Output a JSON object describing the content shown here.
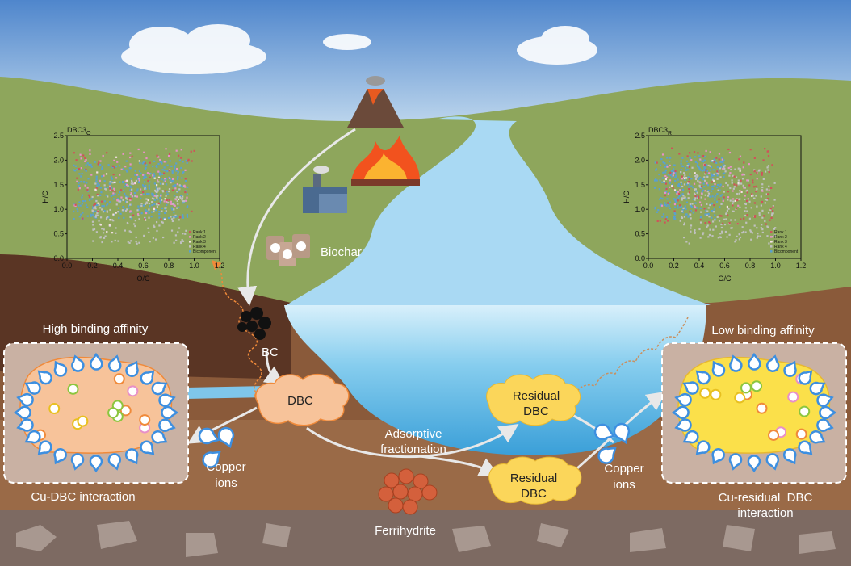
{
  "labels": {
    "biochar": "Biochar",
    "bc": "BC",
    "dbc": "DBC",
    "residual_dbc_top": [
      "Residual",
      "DBC"
    ],
    "residual_dbc_bottom": [
      "Residual",
      "DBC"
    ],
    "adsorptive": [
      "Adsorptive",
      "fractionation"
    ],
    "copper_left": [
      "Copper",
      "ions"
    ],
    "copper_right": [
      "Copper",
      "ions"
    ],
    "ferrihydrite": "Ferrihydrite",
    "high_affinity": "High binding affinity",
    "low_affinity": "Low binding affinity",
    "cu_dbc": "Cu-DBC interaction",
    "cu_residual": [
      "Cu-residual  DBC",
      "interaction"
    ]
  },
  "colors": {
    "sky": "#5b8fd0",
    "grass": "#8ea65c",
    "soil": "#8a5a3a",
    "water": "#5fb3e0",
    "dbc_fill": "#f7c39a",
    "residual_fill": "#fbd65a",
    "copper": "#3d8fe0",
    "ferrihydrite": "#d4603c"
  },
  "chart_data": [
    {
      "type": "scatter",
      "title_main": "DBC3",
      "title_sub": "O",
      "xlabel": "O/C",
      "ylabel": "H/C",
      "xlim": [
        0.0,
        1.2
      ],
      "ylim": [
        0.0,
        2.5
      ],
      "xticks": [
        "0.0",
        "0.2",
        "0.4",
        "0.6",
        "0.8",
        "1.0",
        "1.2"
      ],
      "yticks": [
        "0.0",
        "0.5",
        "1.0",
        "1.5",
        "2.0",
        "2.5"
      ],
      "legend_position": "bottom-right",
      "series": [
        {
          "name": "Rank 1",
          "color": "#d0525a",
          "x_range": [
            0.05,
            1.0
          ],
          "y_range": [
            0.8,
            2.2
          ],
          "count": 60
        },
        {
          "name": "Rank 2",
          "color": "#e890c8",
          "x_range": [
            0.05,
            0.95
          ],
          "y_range": [
            0.9,
            2.25
          ],
          "count": 90
        },
        {
          "name": "Rank 3",
          "color": "#f4e0e4",
          "x_range": [
            0.2,
            0.9
          ],
          "y_range": [
            0.5,
            2.1
          ],
          "count": 25
        },
        {
          "name": "Rank 4",
          "color": "#c0c0c0",
          "x_range": [
            0.2,
            0.95
          ],
          "y_range": [
            0.3,
            1.6
          ],
          "count": 200
        },
        {
          "name": "Bicomponent",
          "color": "#5aa0d0",
          "x_range": [
            0.05,
            0.95
          ],
          "y_range": [
            0.8,
            2.0
          ],
          "count": 320
        }
      ]
    },
    {
      "type": "scatter",
      "title_main": "DBC3",
      "title_sub": "R",
      "xlabel": "O/C",
      "ylabel": "H/C",
      "xlim": [
        0.0,
        1.2
      ],
      "ylim": [
        0.0,
        2.5
      ],
      "xticks": [
        "0.0",
        "0.2",
        "0.4",
        "0.6",
        "0.8",
        "1.0",
        "1.2"
      ],
      "yticks": [
        "0.0",
        "0.5",
        "1.0",
        "1.5",
        "2.0",
        "2.5"
      ],
      "legend_position": "bottom-right",
      "series": [
        {
          "name": "Rank 1",
          "color": "#d0525a",
          "x_range": [
            0.05,
            1.0
          ],
          "y_range": [
            0.7,
            2.25
          ],
          "count": 110
        },
        {
          "name": "Rank 2",
          "color": "#e890c8",
          "x_range": [
            0.1,
            0.95
          ],
          "y_range": [
            1.0,
            2.2
          ],
          "count": 60
        },
        {
          "name": "Rank 3",
          "color": "#f4e0e4",
          "x_range": [
            0.1,
            1.0
          ],
          "y_range": [
            1.0,
            2.0
          ],
          "count": 15
        },
        {
          "name": "Rank 4",
          "color": "#c0c0c0",
          "x_range": [
            0.25,
            1.0
          ],
          "y_range": [
            0.3,
            1.9
          ],
          "count": 260
        },
        {
          "name": "Bicomponent",
          "color": "#5aa0d0",
          "x_range": [
            0.05,
            0.6
          ],
          "y_range": [
            0.8,
            2.1
          ],
          "count": 260
        }
      ]
    }
  ]
}
